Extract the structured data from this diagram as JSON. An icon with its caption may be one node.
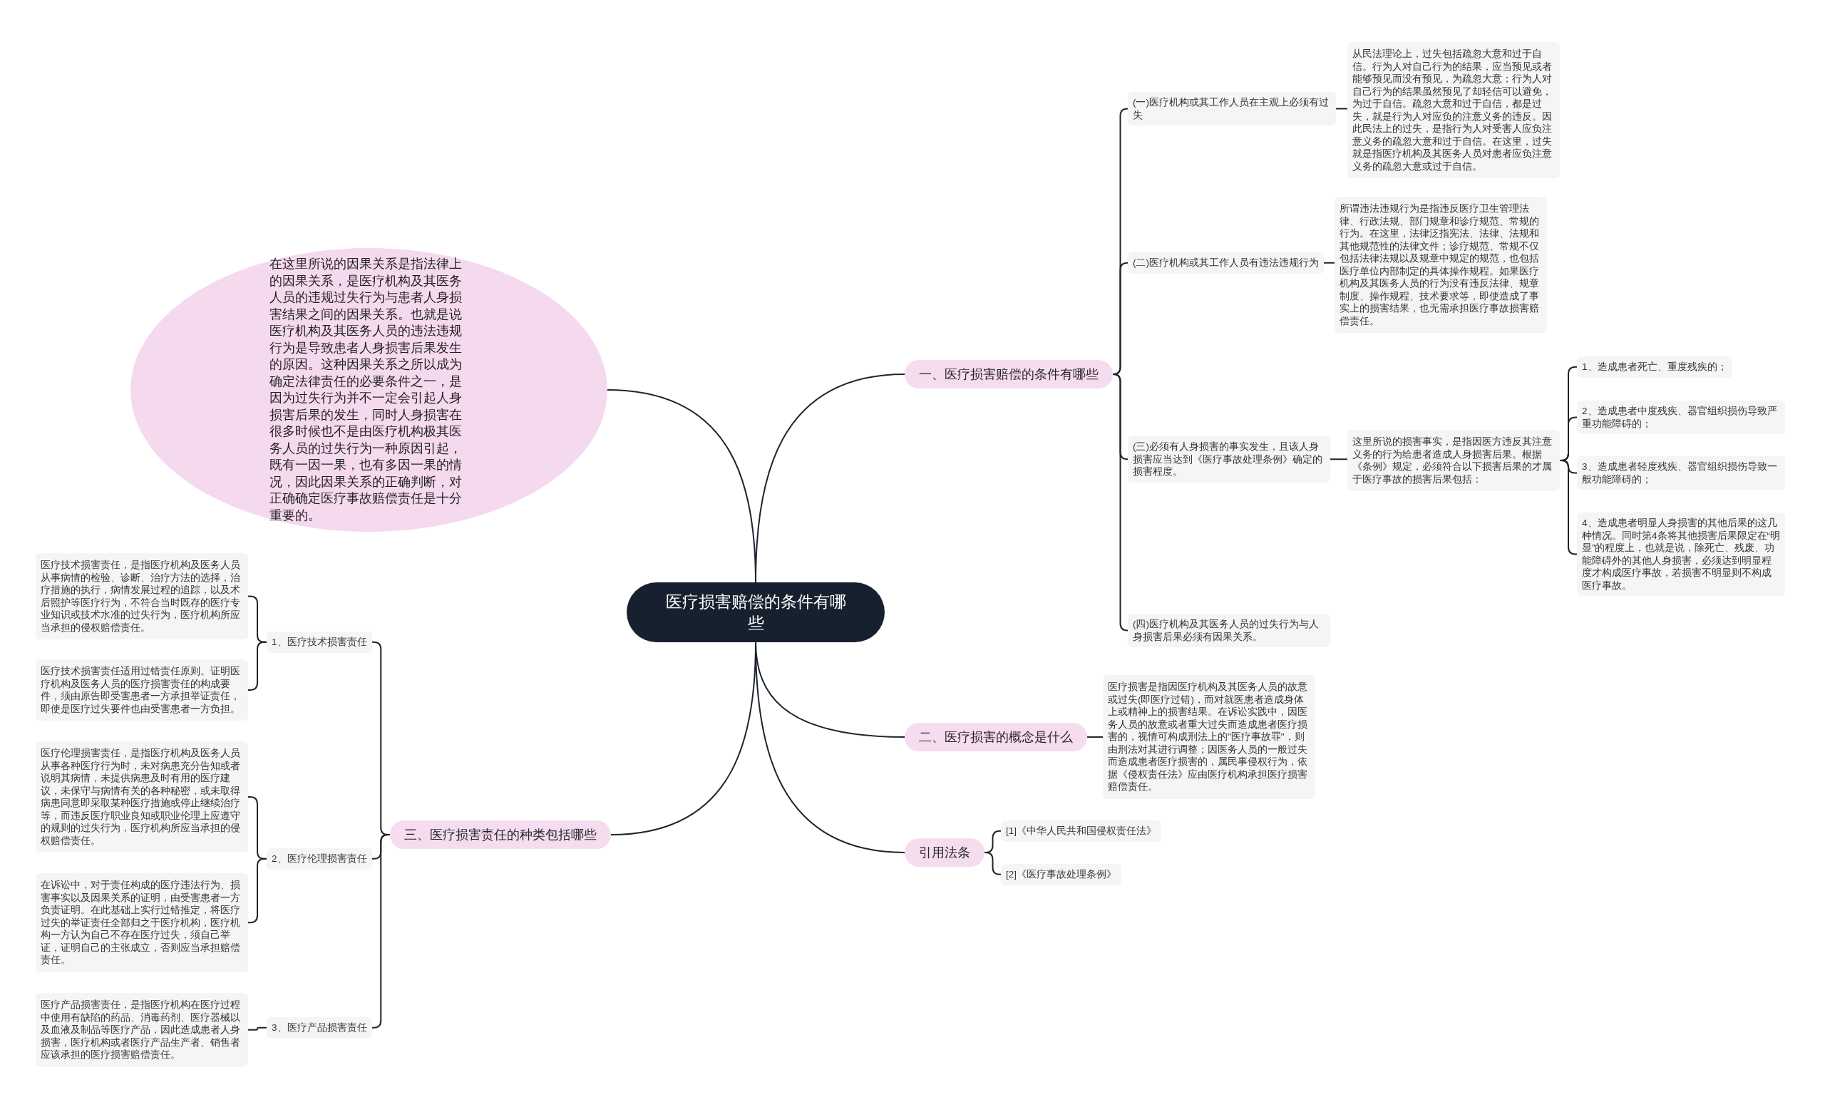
{
  "diagram": {
    "nodes": [
      {
        "text": [
          "医疗损害赔偿的条件有哪些"
        ]
      },
      {
        "text": [
          "一、医疗损害赔偿的条件有哪些"
        ]
      },
      {
        "text": [
          "(一)医疗机构或其工作人员在主观上必须有过失"
        ]
      },
      {
        "text": [
          "从民法理论上，过失包括疏忽大意和过于自信。行为人对自己行为的结果，应当预见或者能够预见而没有预见，为疏忽大意；行为人对自己行为的结果虽然预见了却轻信可以避免，为过于自信。疏忽大意和过于自信，都是过失，就是行为人对应负的注意义务的违反。因此民法上的过失，是指行为人对受害人应负注意义务的疏忽大意和过于自信。在这里，过失就是指医疗机构及其医务人员对患者应负注意义务的疏忽大意或过于自信。"
        ]
      },
      {
        "text": [
          "(二)医疗机构或其工作人员有违法违规行为"
        ]
      },
      {
        "text": [
          "所谓违法违规行为是指违反医疗卫生管理法律、行政法规、部门规章和诊疗规范、常规的行为。在这里，法律泛指宪法、法律、法规和其他规范性的法律文件；诊疗规范、常规不仅包括法律法规以及规章中规定的规范，也包括医疗单位内部制定的具体操作规程。如果医疗机构及其医务人员的行为没有违反法律、规章制度、操作规程、技术要求等，即使造成了事实上的损害结果，也无需承担医疗事故损害赔偿责任。"
        ]
      },
      {
        "text": [
          "(三)必须有人身损害的事实发生，且该人身损害应当达到《医疗事故处理条例》确定的损害程度。"
        ]
      },
      {
        "text": [
          "这里所说的损害事实，是指因医方违反其注意义务的行为给患者造成人身损害后果。根据《条例》规定，必须符合以下损害后果的才属于医疗事故的损害后果包括："
        ]
      },
      {
        "text": [
          "1、造成患者死亡、重度残疾的；"
        ]
      },
      {
        "text": [
          "2、造成患者中度残疾、器官组织损伤导致严重功能障碍的；"
        ]
      },
      {
        "text": [
          "3、造成患者轻度残疾、器官组织损伤导致一般功能障碍的；"
        ]
      },
      {
        "text": [
          "4、造成患者明显人身损害的其他后果的这几种情况。同时第4条将其他损害后果限定在“明显”的程度上，也就是说，除死亡、残废、功能障碍外的其他人身损害，必须达到明显程度才构成医疗事故，若损害不明显则不构成医疗事故。"
        ]
      },
      {
        "text": [
          "(四)医疗机构及其医务人员的过失行为与人身损害后果必须有因果关系。"
        ]
      },
      {
        "text": [
          "二、医疗损害的概念是什么"
        ]
      },
      {
        "text": [
          "医疗损害是指因医疗机构及其医务人员的故意或过失(即医疗过错)，而对就医患者造成身体上或精神上的损害结果。在诉讼实践中，因医务人员的故意或者重大过失而造成患者医疗损害的，视情可构成刑法上的\"医疗事故罪\"，则由刑法对其进行调整；因医务人员的一般过失而造成患者医疗损害的，属民事侵权行为，依据《侵权责任法》应由医疗机构承担医疗损害赔偿责任。"
        ]
      },
      {
        "text": [
          "引用法条"
        ]
      },
      {
        "text": [
          "[1]《中华人民共和国侵权责任法》"
        ]
      },
      {
        "text": [
          "[2]《医疗事故处理条例》"
        ]
      },
      {
        "text": [
          "三、医疗损害责任的种类包括哪些"
        ]
      },
      {
        "text": [
          "1、医疗技术损害责任"
        ]
      },
      {
        "text": [
          "医疗技术损害责任，是指医疗机构及医务人员从事病情的检验、诊断、治疗方法的选择，治疗措施的执行，病情发展过程的追踪，以及术后照护等医疗行为，不符合当时既存的医疗专业知识或技术水准的过失行为，医疗机构所应当承担的侵权赔偿责任。"
        ]
      },
      {
        "text": [
          "医疗技术损害责任适用过错责任原则。证明医疗机构及医务人员的医疗损害责任的构成要件，须由原告即受害患者一方承担举证责任，即使是医疗过失要件也由受害患者一方负担。"
        ]
      },
      {
        "text": [
          "2、医疗伦理损害责任"
        ]
      },
      {
        "text": [
          "医疗伦理损害责任，是指医疗机构及医务人员从事各种医疗行为时，未对病患充分告知或者说明其病情，未提供病患及时有用的医疗建议，未保守与病情有关的各种秘密，或未取得病患同意即采取某种医疗措施或停止继续治疗等，而违反医疗职业良知或职业伦理上应遵守的规则的过失行为，医疗机构所应当承担的侵权赔偿责任。"
        ]
      },
      {
        "text": [
          "在诉讼中，对于责任构成的医疗违法行为、损害事实以及因果关系的证明，由受害患者一方负责证明。在此基础上实行过错推定，将医疗过失的举证责任全部归之于医疗机构，医疗机构一方认为自己不存在医疗过失，须自己举证，证明自己的主张成立，否则应当承担赔偿责任。"
        ]
      },
      {
        "text": [
          "3、医疗产品损害责任"
        ]
      },
      {
        "text": [
          "医疗产品损害责任，是指医疗机构在医疗过程中使用有缺陷的药品、消毒药剂、医疗器械以及血液及制品等医疗产品，因此造成患者人身损害，医疗机构或者医疗产品生产者、销售者应该承担的医疗损害赔偿责任。"
        ]
      },
      {
        "text": [
          "在这里所说的因果关系是指法律上的因果关系，是医疗机构及其医务人员的违规过失行为与患者人身损害结果之间的因果关系。也就是说医疗机构及其医务人员的违法违规行为是导致患者人身损害后果发生的原因。这种因果关系之所以成为确定法律责任的必要条件之一，是因为过失行为并不一定会引起人身损害后果的发生，同时人身损害在很多时候也不是由医疗机构极其医务人员的过失行为一种原因引起，既有一因一果，也有多因一果的情况，因此因果关系的正确判断，对正确确定医疗事故赔偿责任是十分重要的。"
        ]
      }
    ],
    "edges": [
      {
        "from": 0,
        "to": 1,
        "arrow": "none"
      },
      {
        "from": 1,
        "to": 2,
        "arrow": "none"
      },
      {
        "from": 2,
        "to": 3,
        "arrow": "none"
      },
      {
        "from": 1,
        "to": 4,
        "arrow": "none"
      },
      {
        "from": 4,
        "to": 5,
        "arrow": "none"
      },
      {
        "from": 1,
        "to": 6,
        "arrow": "none"
      },
      {
        "from": 6,
        "to": 7,
        "arrow": "none"
      },
      {
        "from": 7,
        "to": 8,
        "arrow": "none"
      },
      {
        "from": 7,
        "to": 9,
        "arrow": "none"
      },
      {
        "from": 7,
        "to": 10,
        "arrow": "none"
      },
      {
        "from": 7,
        "to": 11,
        "arrow": "none"
      },
      {
        "from": 1,
        "to": 12,
        "arrow": "none"
      },
      {
        "from": 0,
        "to": 13,
        "arrow": "none"
      },
      {
        "from": 13,
        "to": 14,
        "arrow": "none"
      },
      {
        "from": 0,
        "to": 15,
        "arrow": "none"
      },
      {
        "from": 15,
        "to": 16,
        "arrow": "none"
      },
      {
        "from": 15,
        "to": 17,
        "arrow": "none"
      },
      {
        "from": 0,
        "to": 18,
        "arrow": "none"
      },
      {
        "from": 18,
        "to": 19,
        "arrow": "none"
      },
      {
        "from": 19,
        "to": 20,
        "arrow": "none"
      },
      {
        "from": 19,
        "to": 21,
        "arrow": "none"
      },
      {
        "from": 18,
        "to": 22,
        "arrow": "none"
      },
      {
        "from": 22,
        "to": 23,
        "arrow": "none"
      },
      {
        "from": 22,
        "to": 24,
        "arrow": "none"
      },
      {
        "from": 18,
        "to": 25,
        "arrow": "none"
      },
      {
        "from": 25,
        "to": 26,
        "arrow": "none"
      },
      {
        "from": 0,
        "to": 27,
        "arrow": "none"
      }
    ]
  }
}
